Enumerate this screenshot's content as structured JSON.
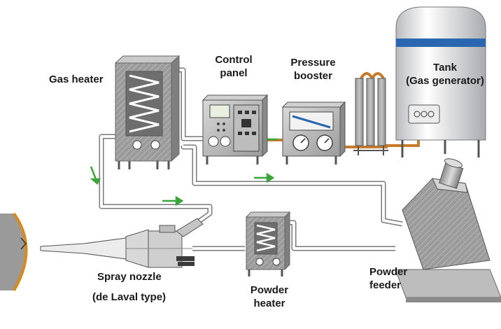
{
  "labels": {
    "gas_heater": "Gas heater",
    "control_panel_l1": "Control",
    "control_panel_l2": "panel",
    "pressure_booster_l1": "Pressure",
    "pressure_booster_l2": "booster",
    "tank_l1": "Tank",
    "tank_l2": "(Gas generator)",
    "spray_nozzle": "Spray nozzle",
    "spray_nozzle_type": "(de Laval type)",
    "powder_heater_l1": "Powder",
    "powder_heater_l2": "heater",
    "powder_feeder_l1": "Powder",
    "powder_feeder_l2": "feeder"
  },
  "colors": {
    "hot_pipe": "#c77a2a",
    "flow_arrow": "#3aa53a",
    "tank_band": "#2a67b0",
    "substrate_rim": "#d98a1a",
    "equipment_gray": "#8e8e8e"
  }
}
